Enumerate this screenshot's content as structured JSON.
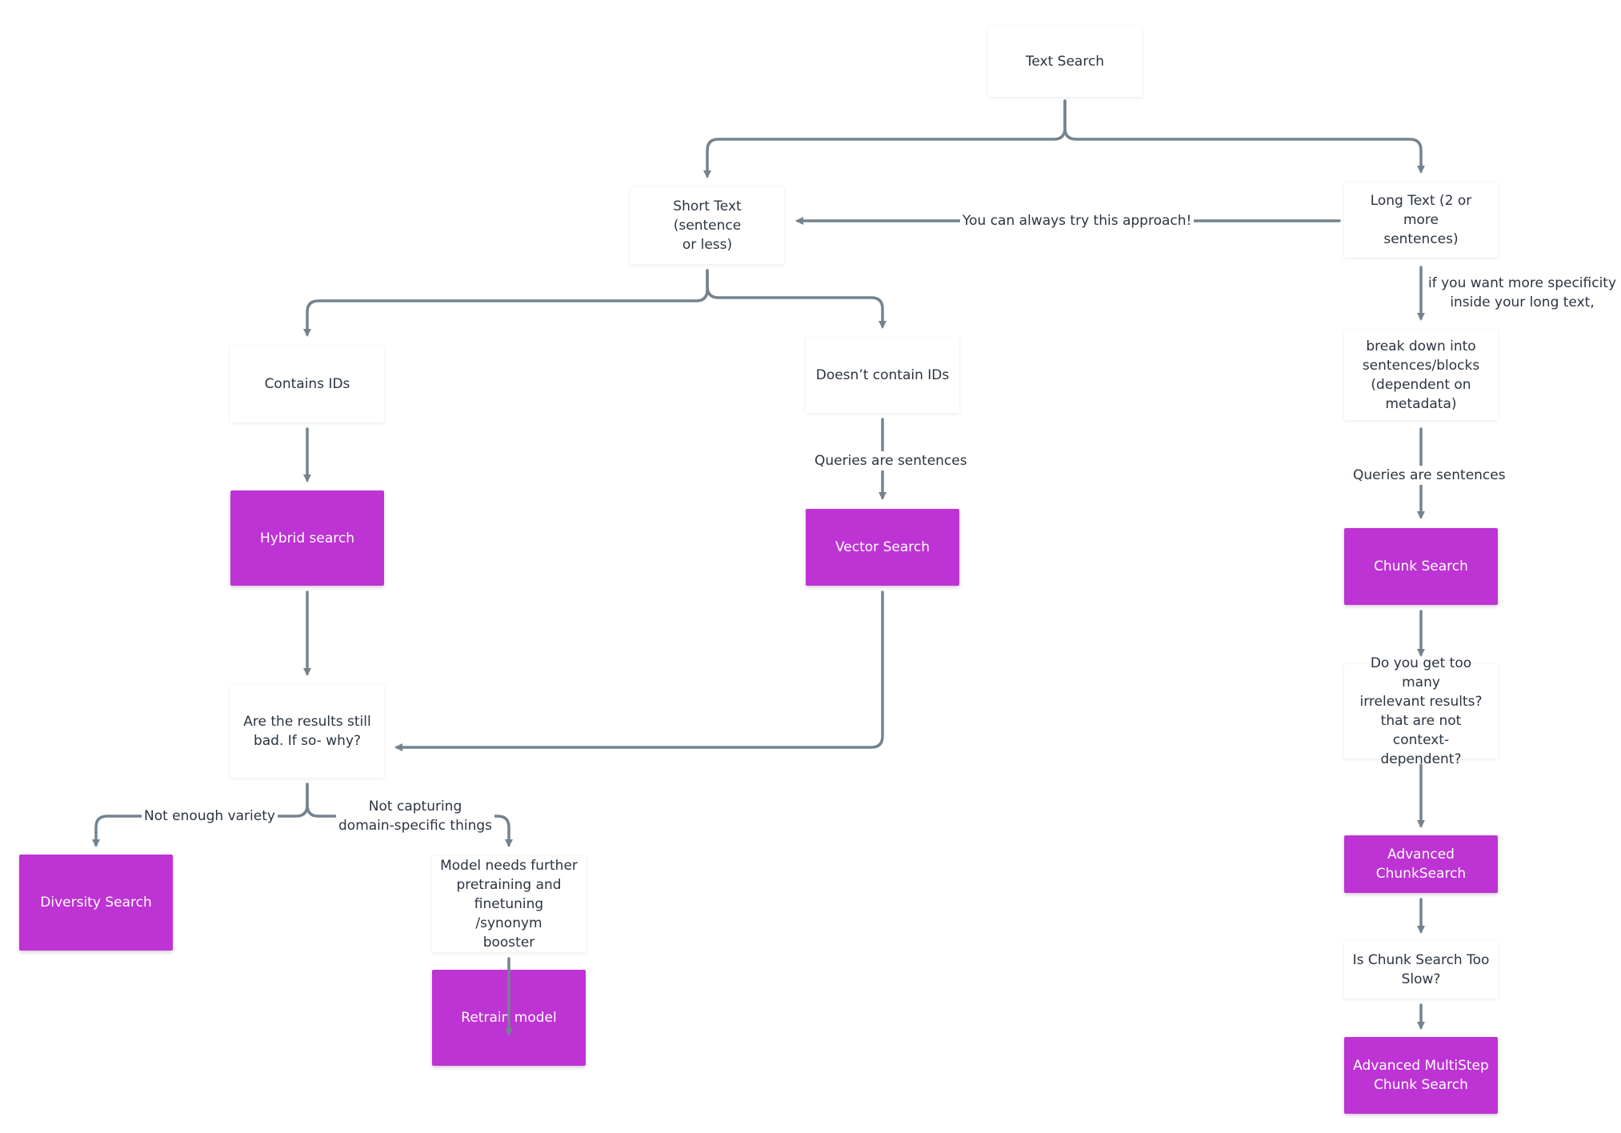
{
  "diagram": {
    "line_color": "#74838f",
    "action_color": "#bd33d4",
    "nodes": {
      "text_search": "Text Search",
      "short_text": "Short Text (sentence\nor less)",
      "long_text": "Long Text (2 or more\nsentences)",
      "contains_ids": "Contains IDs",
      "doesnt_contain_ids": "Doesn’t contain IDs",
      "break_down": "break down into\nsentences/blocks\n(dependent on\nmetadata)",
      "hybrid_search": "Hybrid search",
      "vector_search": "Vector Search",
      "chunk_search": "Chunk Search",
      "results_still_bad": "Are the results still\nbad. If so- why?",
      "too_many_irrelevant": "Do you get too many\nirrelevant results?\nthat are not context-\ndependent?",
      "advanced_chunk_search": "Advanced\nChunkSearch",
      "diversity_search": "Diversity Search",
      "model_needs_pretraining": "Model needs further\npretraining and\nfinetuning /synonym\nbooster",
      "retrain_model": "Retrain model",
      "chunk_too_slow": "Is Chunk Search Too\nSlow?",
      "advanced_multistep": "Advanced MultiStep\nChunk Search"
    },
    "edge_labels": {
      "try_this_approach": "You can always try this approach!",
      "more_specificity": "if you want more specificity\ninside your long text,",
      "queries_sentences_vector": "Queries are sentences",
      "queries_sentences_chunk": "Queries are sentences",
      "not_enough_variety": "Not enough variety",
      "not_capturing": "Not capturing\ndomain-specific things"
    }
  }
}
